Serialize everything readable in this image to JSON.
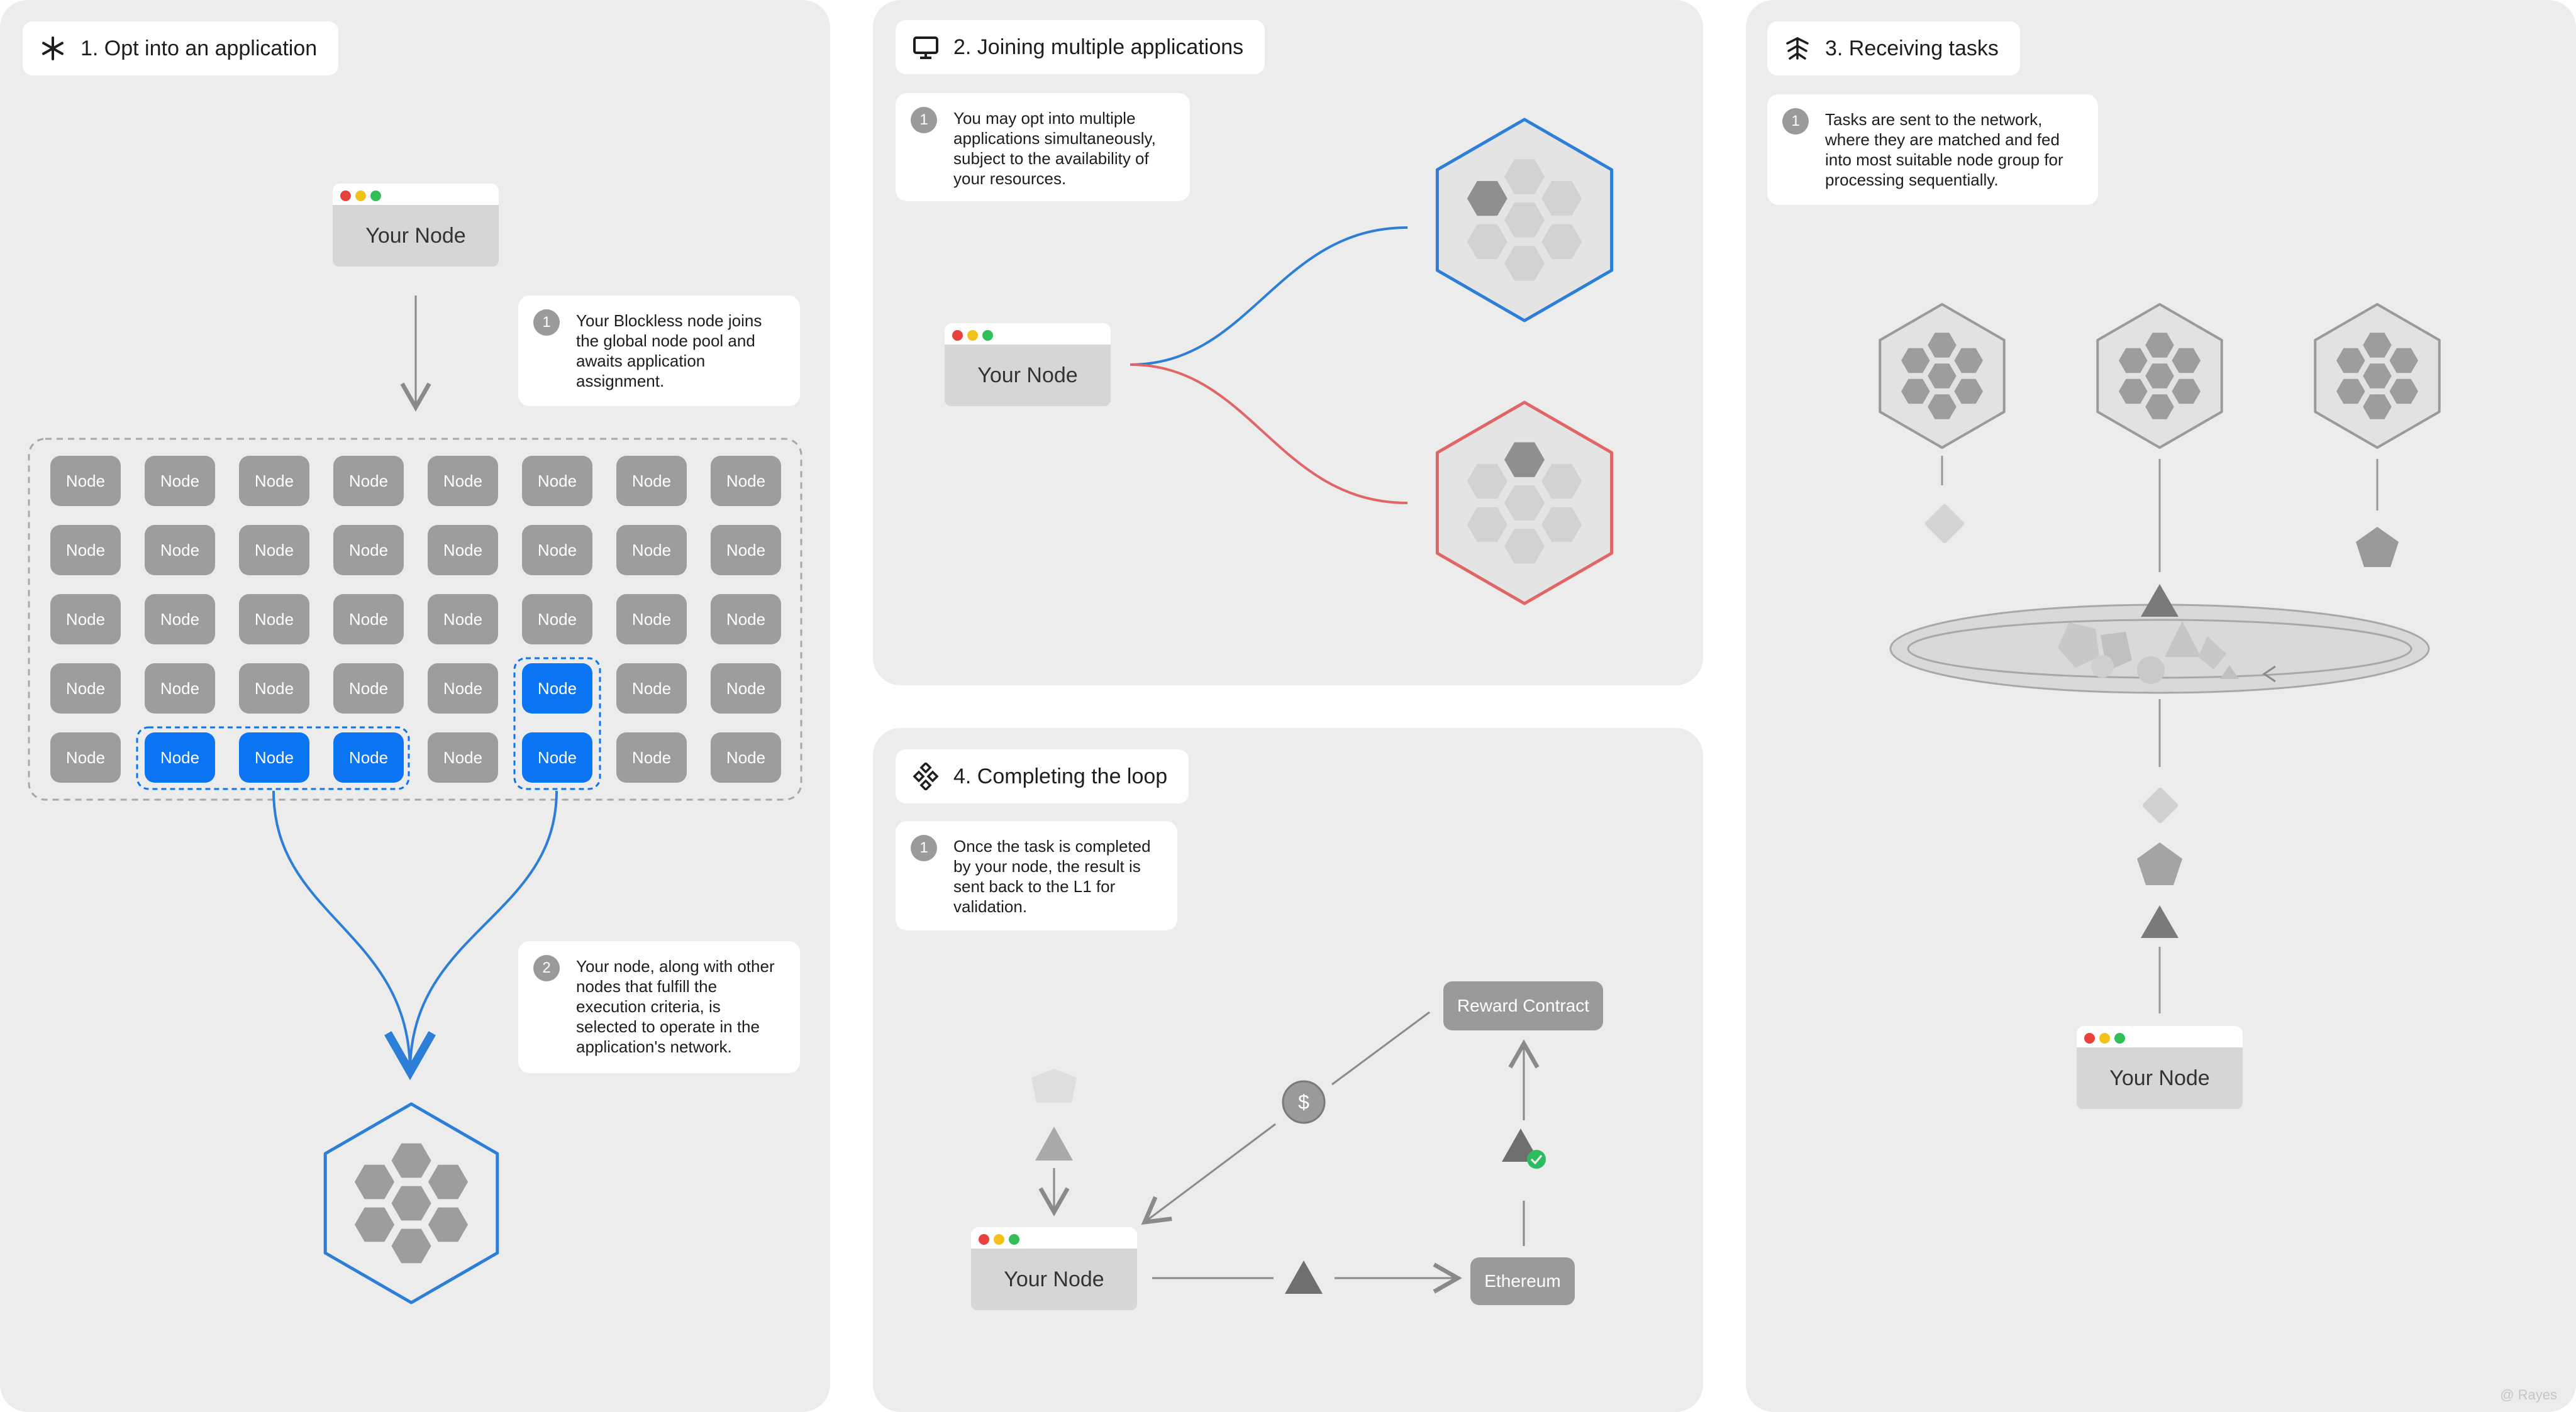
{
  "colors": {
    "panel_bg": "#ececec",
    "node_gray": "#9d9d9d",
    "node_selected": "#0a74f2",
    "app_blue": "#2c7ed6",
    "app_red": "#e06666",
    "dot_red": "#e8423f",
    "dot_yellow": "#f2c21b",
    "dot_green": "#32bf5a",
    "check_green": "#2dbd5e"
  },
  "sections": {
    "opt_in": {
      "title": "1. Opt into an application",
      "icon": "asterisk-icon",
      "your_node_label": "Your Node",
      "note1_num": "1",
      "note1": "Your Blockless node joins the global node pool and awaits application assignment.",
      "note2_num": "2",
      "note2": "Your node, along with other nodes that fulfill the execution criteria, is selected to operate in the application's network.",
      "node_label": "Node"
    },
    "joining": {
      "title": "2. Joining multiple applications",
      "icon": "monitor-icon",
      "note1_num": "1",
      "note1": "You may opt into multiple applications simultaneously, subject to the availability of your resources.",
      "your_node_label": "Your Node"
    },
    "receiving": {
      "title": "3. Receiving tasks",
      "icon": "network-icon",
      "note1_num": "1",
      "note1": "Tasks are sent to the network, where they are matched and fed into most suitable node group for processing sequentially.",
      "your_node_label": "Your Node"
    },
    "completing": {
      "title": "4. Completing the loop",
      "icon": "diamond-grid-icon",
      "note1_num": "1",
      "note1": "Once the task is completed by your node, the result is sent back to the L1 for validation.",
      "your_node_label": "Your Node",
      "reward_label": "Reward Contract",
      "ethereum_label": "Ethereum",
      "dollar_label": "$"
    }
  },
  "watermark": "@ Rayes"
}
